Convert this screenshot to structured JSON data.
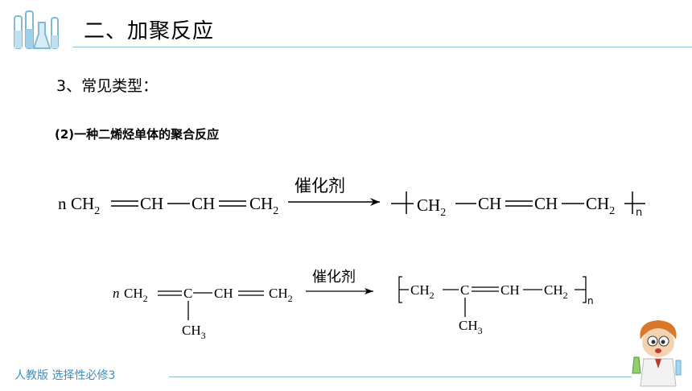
{
  "header": {
    "title": "二、加聚反应"
  },
  "content": {
    "subtitle": "3、常见类型：",
    "section_label": "(2)一种二烯烃单体的聚合反应"
  },
  "reaction1": {
    "coef": "n",
    "monomer": [
      "CH",
      "2",
      "CH",
      "CH",
      "CH",
      "2"
    ],
    "catalyst": "催化剂",
    "product": [
      "CH",
      "2",
      "CH",
      "CH",
      "CH",
      "2"
    ],
    "subscript_n": "n"
  },
  "reaction2": {
    "coef": "n",
    "monomer": [
      "CH",
      "2",
      "C",
      "CH",
      "CH",
      "2"
    ],
    "branch": [
      "CH",
      "3"
    ],
    "catalyst": "催化剂",
    "product": [
      "CH",
      "2",
      "C",
      "CH",
      "CH",
      "2"
    ],
    "product_branch": [
      "CH",
      "3"
    ],
    "subscript_n": "n"
  },
  "footer": {
    "text": "人教版 选择性必修3"
  },
  "colors": {
    "accent": "#3a8fc0",
    "line": "#8fbcd0"
  }
}
